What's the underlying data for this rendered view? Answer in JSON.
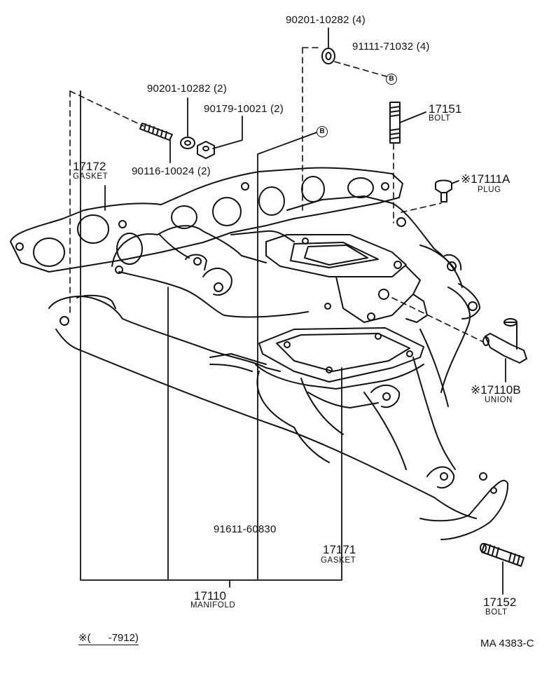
{
  "callouts": {
    "washer_top": "90201-10282 (4)",
    "bolt_91111": "91111-71032 (4)",
    "washer_left": "90201-10282 (2)",
    "nut_90179": "90179-10021 (2)",
    "stud_90116": "90116-10024 (2)",
    "bolt_17151": "17151",
    "bolt_17151_sub": "BOLT",
    "gasket_17172": "17172",
    "gasket_17172_sub": "GASKET",
    "plug_17111": "※17111A",
    "plug_17111_sub": "PLUG",
    "union_17110b": "※17110B",
    "union_17110b_sub": "UNION",
    "part_91611": "91611-60830",
    "gasket_17171": "17171",
    "gasket_17171_sub": "GASKET",
    "manifold_17110": "17110",
    "manifold_17110_sub": "MANIFOLD",
    "bolt_17152": "17152",
    "bolt_17152_sub": "BOLT"
  },
  "ref_marker": "B",
  "footnote": "※(      -7912)",
  "diagram_code": "MA 4383-C"
}
